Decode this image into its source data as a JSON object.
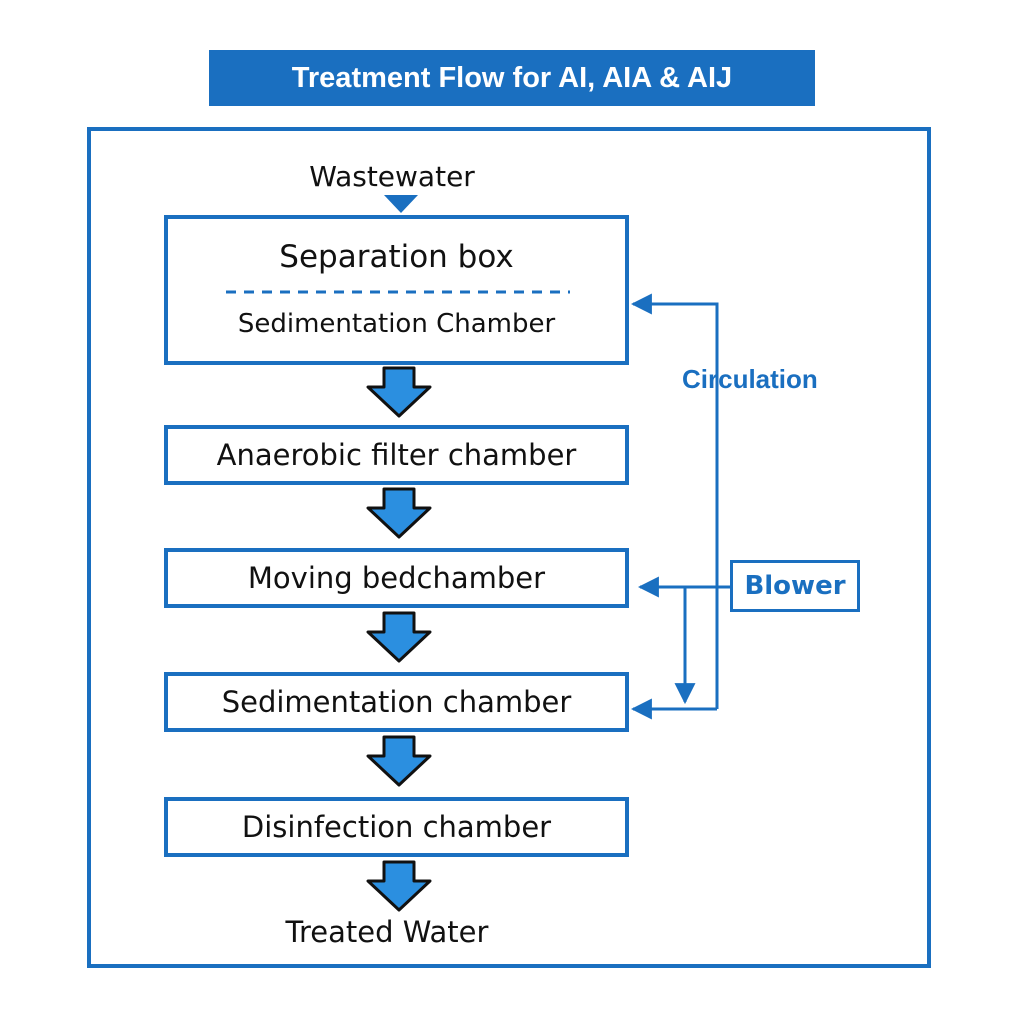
{
  "title": "Treatment Flow for AI, AIA & AIJ",
  "input_label": "Wastewater",
  "output_label": "Treated Water",
  "stages": [
    {
      "label": "Separation box",
      "sublabel": "Sedimentation Chamber"
    },
    {
      "label": "Anaerobic filter chamber"
    },
    {
      "label": "Moving bedchamber"
    },
    {
      "label": "Sedimentation chamber"
    },
    {
      "label": "Disinfection chamber"
    }
  ],
  "circulation_label": "Circulation",
  "blower_label": "Blower",
  "colors": {
    "accent": "#1a6fc0",
    "arrow_fill": "#2b8fe0",
    "arrow_stroke": "#111111"
  }
}
